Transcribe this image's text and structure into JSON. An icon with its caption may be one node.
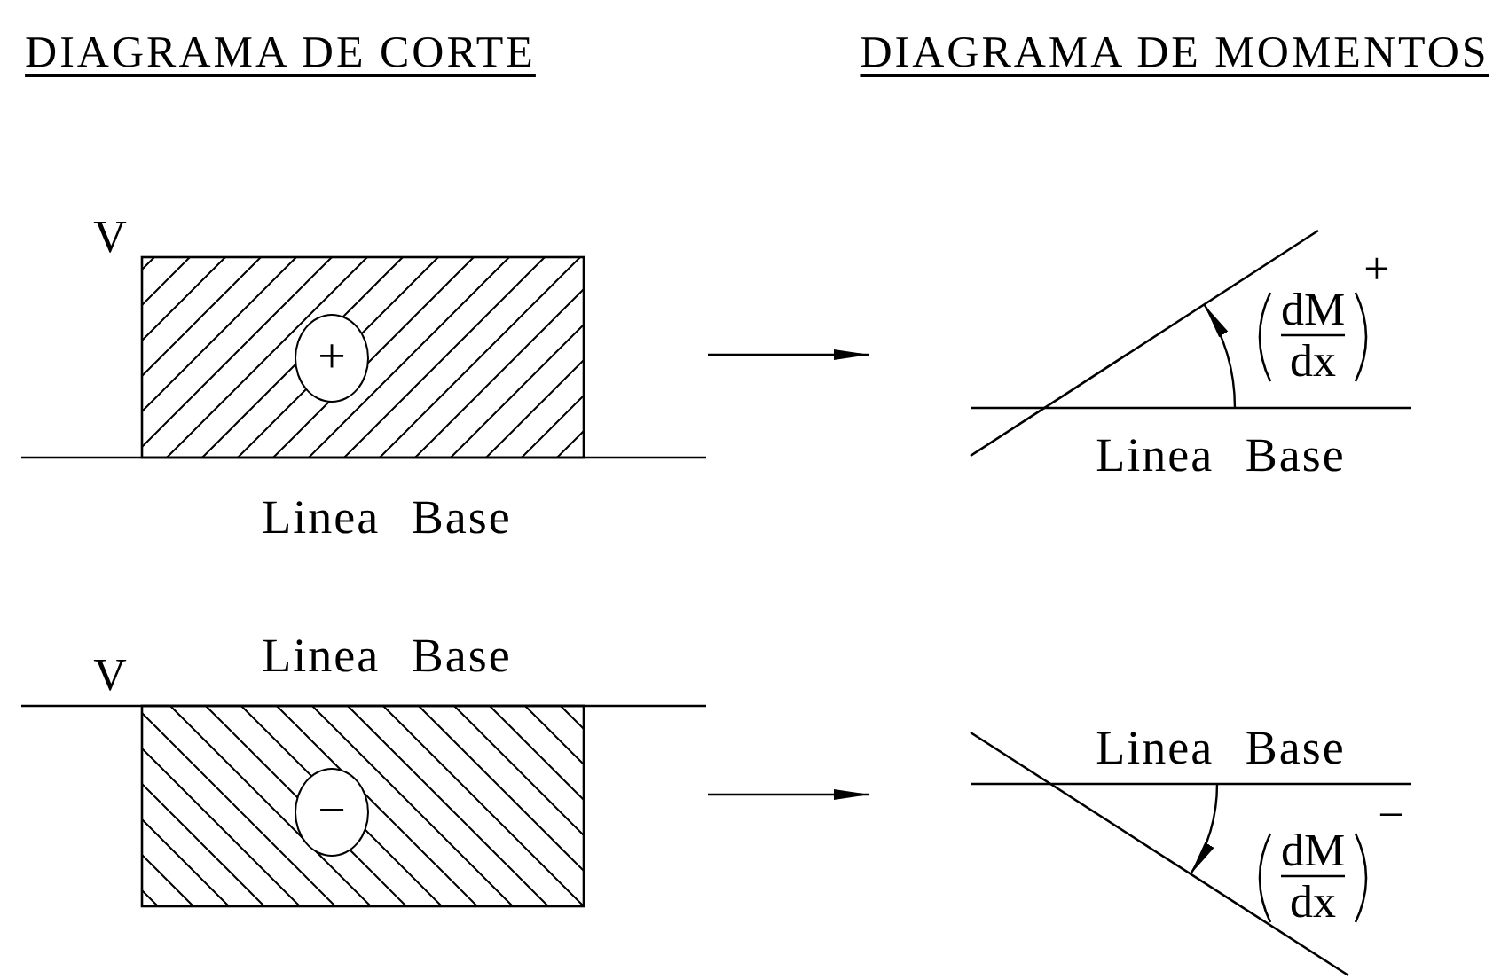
{
  "diagram": {
    "nodes": [
      {
        "text": [],
        "shape": "picture"
      },
      {
        "text": [
          "+"
        ],
        "in": 0
      },
      {
        "text": [],
        "shape": "picture"
      },
      {
        "text": [],
        "shape": "picture"
      },
      {
        "text": [
          "−"
        ],
        "in": 3
      },
      {
        "text": [],
        "shape": "picture"
      }
    ],
    "edges": [
      {
        "from": 0,
        "to": 2,
        "arrow": "to"
      },
      {
        "from": 3,
        "to": 5,
        "arrow": "to"
      }
    ],
    "labels": [
      "DIAGRAMA DE CORTE",
      "DIAGRAMA DE MOMENTOS",
      "V",
      "+",
      "dM",
      "dx",
      "Linea Base",
      "Linea Base",
      "V",
      "Linea Base",
      "Linea Base",
      "−",
      "dM",
      "dx"
    ]
  }
}
